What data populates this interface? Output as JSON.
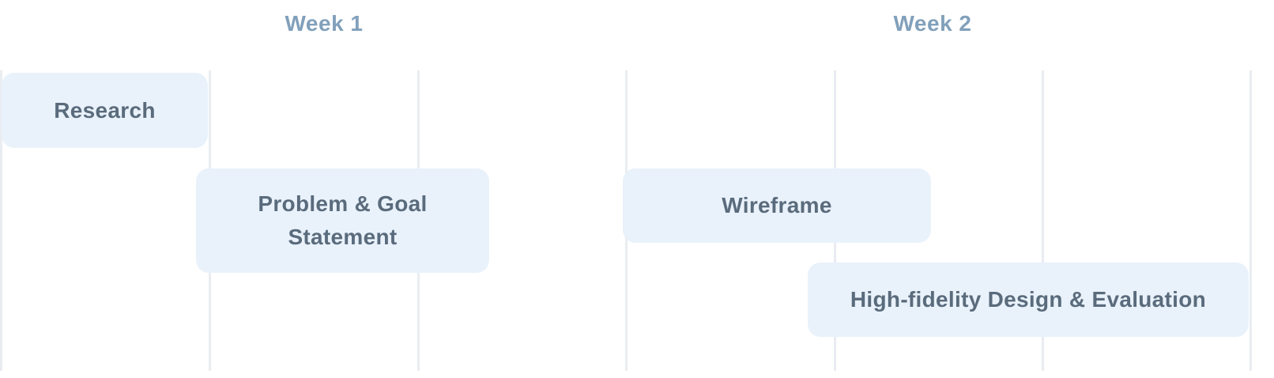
{
  "chart_data": {
    "type": "bar",
    "subtype": "gantt-project-timeline",
    "title": "",
    "week_labels": [
      "Week 1",
      "Week 2"
    ],
    "columns_per_week": 3,
    "total_columns": 6,
    "tasks": [
      {
        "label": "Research",
        "row": 1,
        "week": 1,
        "start_col": 0,
        "end_col": 1
      },
      {
        "label": "Problem & Goal Statement",
        "row": 2,
        "week": 1,
        "start_col": 0.95,
        "end_col": 2.35
      },
      {
        "label": "Wireframe",
        "row": 2,
        "week": 2,
        "start_col": 3.0,
        "end_col": 4.45
      },
      {
        "label": "High-fidelity Design & Evaluation",
        "row": 3,
        "week": 2,
        "start_col": 3.85,
        "end_col": 6.0
      }
    ],
    "legend": false,
    "grid": "vertical column dividers"
  },
  "colors": {
    "background": "#ffffff",
    "task_bar_fill": "#e9f2fb",
    "task_bar_text": "#5a6b7c",
    "week_label_text": "#81a0bb",
    "gridline": "#e9edf2"
  }
}
